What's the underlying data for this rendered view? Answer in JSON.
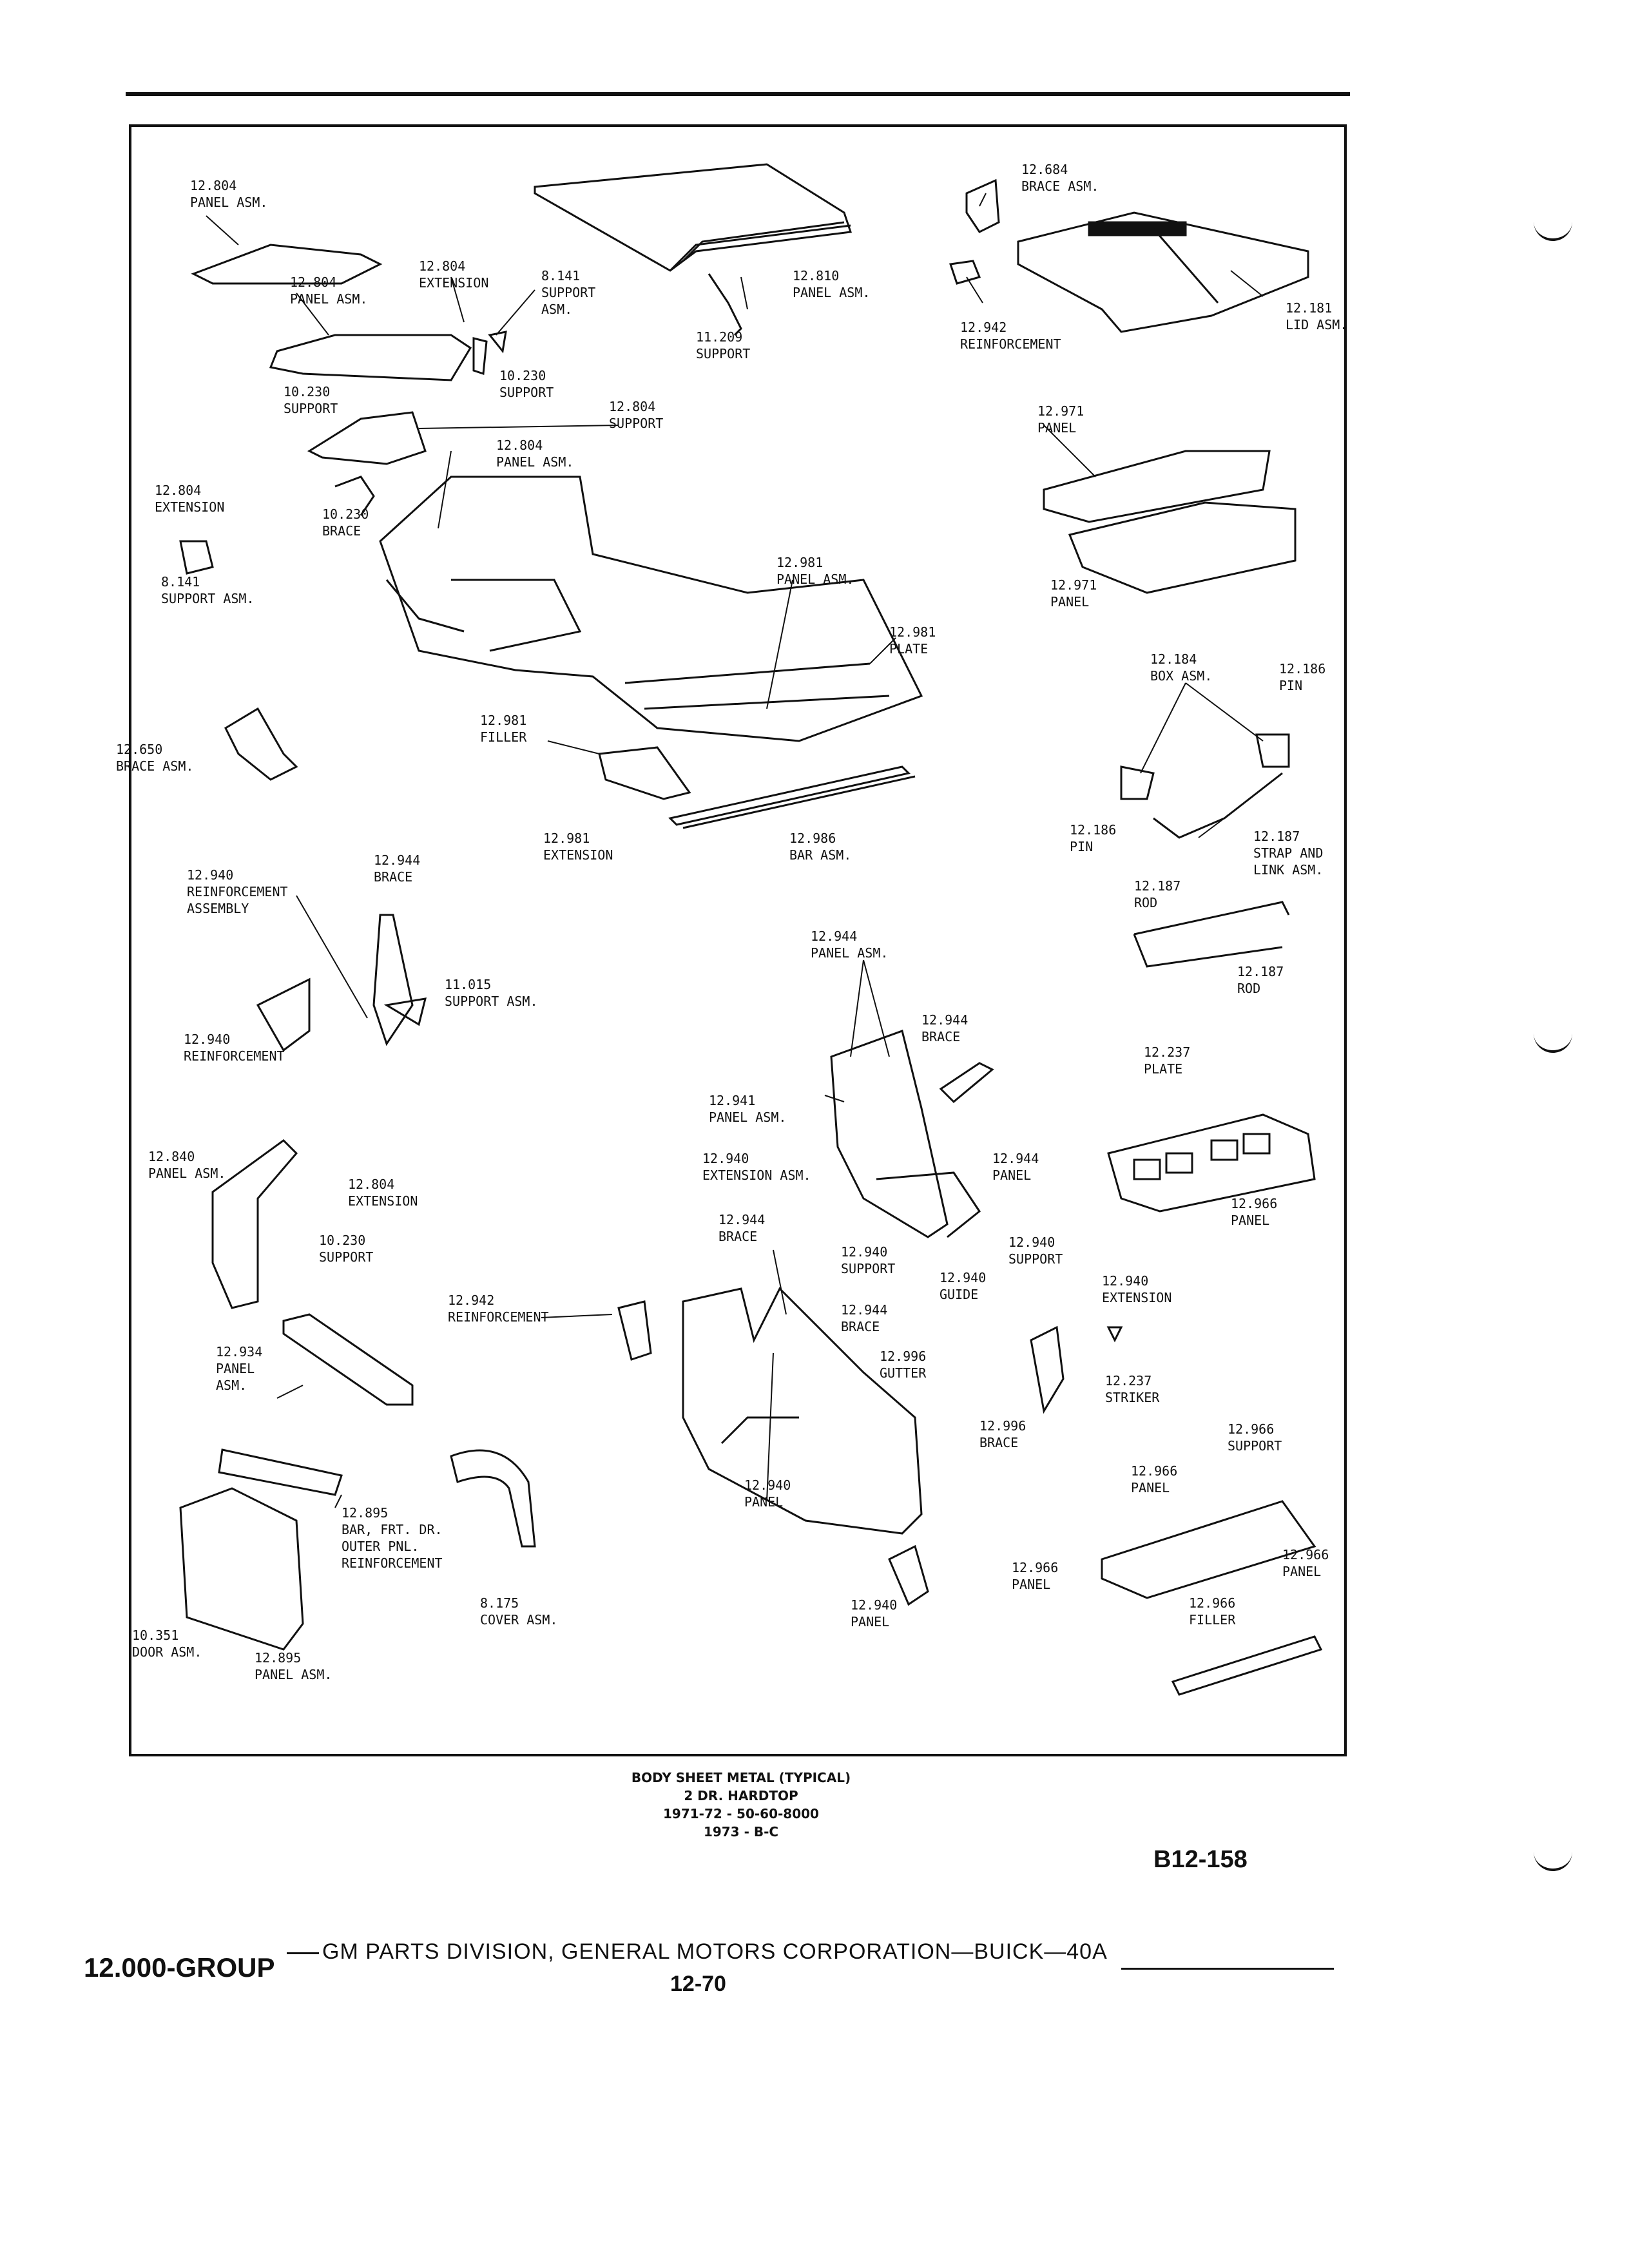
{
  "callouts": [
    {
      "num": "12.804",
      "name": "PANEL ASM."
    },
    {
      "num": "12.804",
      "name": "PANEL ASM."
    },
    {
      "num": "12.804",
      "name": "EXTENSION"
    },
    {
      "num": "8.141",
      "name": "SUPPORT\nASM."
    },
    {
      "num": "11.209",
      "name": "SUPPORT"
    },
    {
      "num": "12.810",
      "name": "PANEL ASM."
    },
    {
      "num": "12.684",
      "name": "BRACE ASM."
    },
    {
      "num": "12.942",
      "name": "REINFORCEMENT"
    },
    {
      "num": "12.181",
      "name": "LID ASM."
    },
    {
      "num": "10.230",
      "name": "SUPPORT"
    },
    {
      "num": "10.230",
      "name": "SUPPORT"
    },
    {
      "num": "12.804",
      "name": "SUPPORT"
    },
    {
      "num": "12.804",
      "name": "PANEL ASM."
    },
    {
      "num": "12.971",
      "name": "PANEL"
    },
    {
      "num": "12.804",
      "name": "EXTENSION"
    },
    {
      "num": "10.230",
      "name": "BRACE"
    },
    {
      "num": "8.141",
      "name": "SUPPORT ASM."
    },
    {
      "num": "12.981",
      "name": "PANEL ASM."
    },
    {
      "num": "12.971",
      "name": "PANEL"
    },
    {
      "num": "12.981",
      "name": "PLATE"
    },
    {
      "num": "12.184",
      "name": "BOX ASM."
    },
    {
      "num": "12.186",
      "name": "PIN"
    },
    {
      "num": "12.650",
      "name": "BRACE ASM."
    },
    {
      "num": "12.981",
      "name": "FILLER"
    },
    {
      "num": "12.186",
      "name": "PIN"
    },
    {
      "num": "12.187",
      "name": "STRAP AND\nLINK ASM."
    },
    {
      "num": "12.981",
      "name": "EXTENSION"
    },
    {
      "num": "12.986",
      "name": "BAR ASM."
    },
    {
      "num": "12.944",
      "name": "BRACE"
    },
    {
      "num": "12.940",
      "name": "REINFORCEMENT\nASSEMBLY"
    },
    {
      "num": "12.187",
      "name": "ROD"
    },
    {
      "num": "12.944",
      "name": "PANEL ASM."
    },
    {
      "num": "11.015",
      "name": "SUPPORT ASM."
    },
    {
      "num": "12.187",
      "name": "ROD"
    },
    {
      "num": "12.940",
      "name": "REINFORCEMENT"
    },
    {
      "num": "12.944",
      "name": "BRACE"
    },
    {
      "num": "12.237",
      "name": "PLATE"
    },
    {
      "num": "12.941",
      "name": "PANEL ASM."
    },
    {
      "num": "12.840",
      "name": "PANEL ASM."
    },
    {
      "num": "12.940",
      "name": "EXTENSION ASM."
    },
    {
      "num": "12.944",
      "name": "PANEL"
    },
    {
      "num": "12.804",
      "name": "EXTENSION"
    },
    {
      "num": "12.966",
      "name": "PANEL"
    },
    {
      "num": "12.944",
      "name": "BRACE"
    },
    {
      "num": "10.230",
      "name": "SUPPORT"
    },
    {
      "num": "12.940",
      "name": "SUPPORT"
    },
    {
      "num": "12.940",
      "name": "GUIDE"
    },
    {
      "num": "12.940",
      "name": "SUPPORT"
    },
    {
      "num": "12.940",
      "name": "EXTENSION"
    },
    {
      "num": "12.942",
      "name": "REINFORCEMENT"
    },
    {
      "num": "12.944",
      "name": "BRACE"
    },
    {
      "num": "12.934",
      "name": "PANEL\nASM."
    },
    {
      "num": "12.996",
      "name": "GUTTER"
    },
    {
      "num": "12.237",
      "name": "STRIKER"
    },
    {
      "num": "12.996",
      "name": "BRACE"
    },
    {
      "num": "12.966",
      "name": "SUPPORT"
    },
    {
      "num": "12.966",
      "name": "PANEL"
    },
    {
      "num": "12.940",
      "name": "PANEL"
    },
    {
      "num": "12.895",
      "name": "BAR, FRT. DR.\nOUTER PNL.\nREINFORCEMENT"
    },
    {
      "num": "12.966",
      "name": "PANEL"
    },
    {
      "num": "12.966",
      "name": "PANEL"
    },
    {
      "num": "8.175",
      "name": "COVER ASM."
    },
    {
      "num": "12.940",
      "name": "PANEL"
    },
    {
      "num": "12.966",
      "name": "FILLER"
    },
    {
      "num": "10.351",
      "name": "DOOR ASM."
    },
    {
      "num": "12.895",
      "name": "PANEL ASM."
    }
  ],
  "caption": {
    "line1": "BODY SHEET METAL (TYPICAL)",
    "line2": "2 DR. HARDTOP",
    "line3": "1971-72 - 50-60-8000",
    "line4": "1973 - B-C"
  },
  "figure_code": "B12-158",
  "footer": {
    "group": "12.000-GROUP",
    "division": "GM PARTS DIVISION, GENERAL MOTORS CORPORATION—BUICK—40A",
    "page": "12-70"
  }
}
